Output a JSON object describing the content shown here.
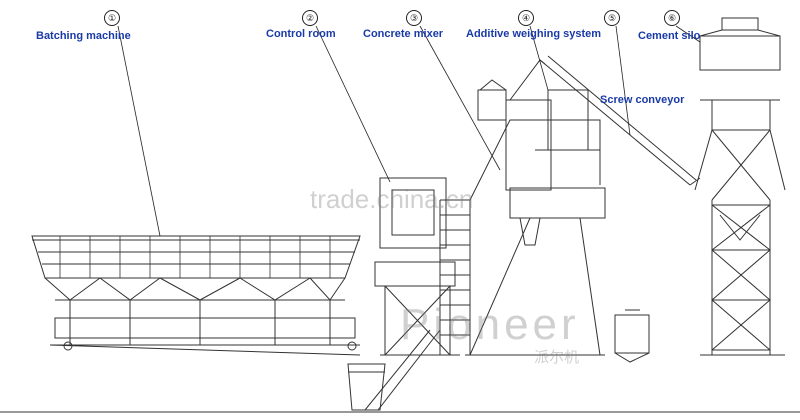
{
  "components": [
    {
      "number": "①",
      "label": "Batching machine"
    },
    {
      "number": "②",
      "label": "Control  room"
    },
    {
      "number": "③",
      "label": "Concrete mixer"
    },
    {
      "number": "④",
      "label": "Additive weighing system"
    },
    {
      "number": "⑤",
      "label": "Screw conveyor"
    },
    {
      "number": "⑥",
      "label": "Cement silo"
    }
  ],
  "watermark": {
    "site": "trade.china.cn",
    "brand": "Pioneer",
    "brand_cn": "派尔机"
  },
  "colors": {
    "label": "#1a3aa8",
    "line": "#333333"
  }
}
